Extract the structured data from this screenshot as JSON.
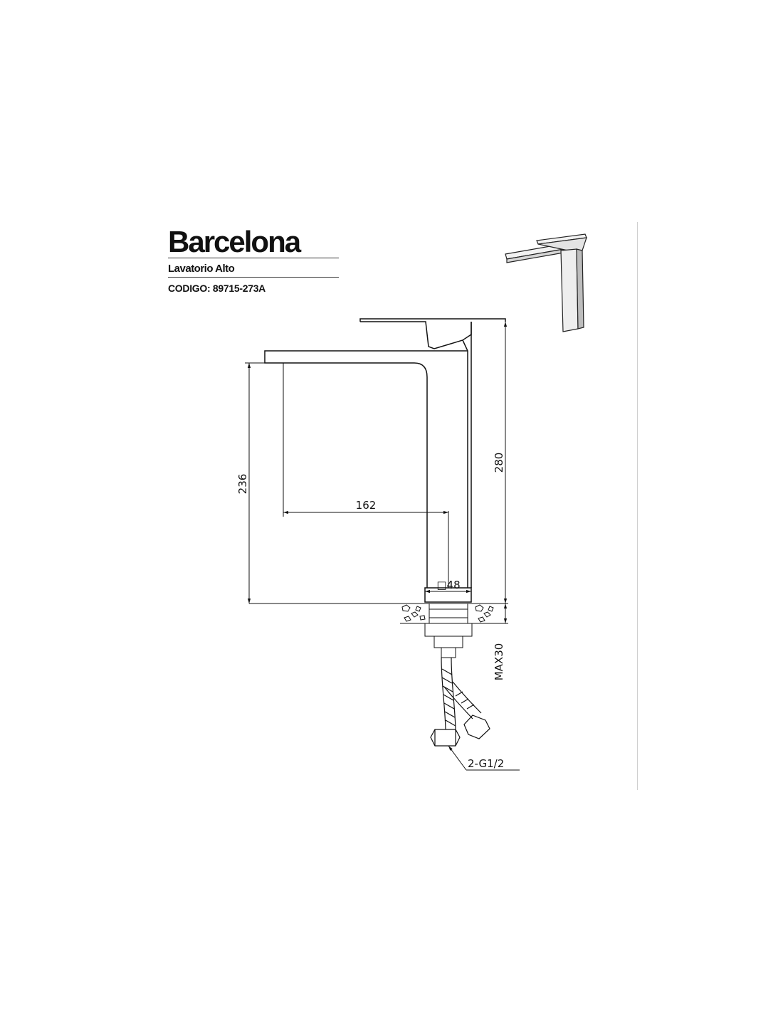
{
  "header": {
    "product_name": "Barcelona",
    "product_type": "Lavatorio Alto",
    "code": "CODIGO: 89715-273A"
  },
  "dimensions": {
    "total_height": "280",
    "spout_height": "236",
    "spout_reach": "162",
    "base_size": "□48",
    "max_deck_thickness": "MAX30",
    "connection": "2-G1/2"
  },
  "colors": {
    "line": "#111111",
    "divider": "#cfcfcf"
  }
}
